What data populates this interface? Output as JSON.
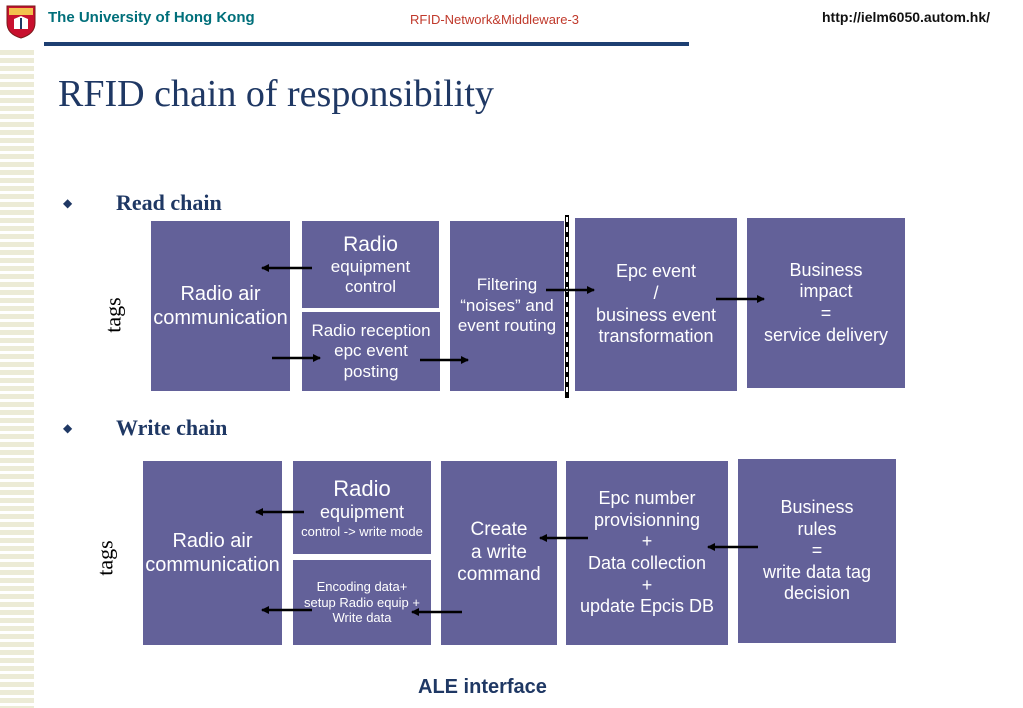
{
  "header": {
    "university": "The University of Hong Kong",
    "course": "RFID-Network&Middleware-3",
    "url": "http://ielm6050.autom.hk/"
  },
  "title": "RFID chain of responsibility",
  "read_chain": {
    "heading": "Read chain",
    "side_label": "tags",
    "boxes": {
      "air": "Radio air\ncommunication",
      "equip_title": "Radio",
      "equip_sub": "equipment\ncontrol",
      "reception": "Radio reception\nepc  event\nposting",
      "filtering": "Filtering\n“noises” and\nevent routing",
      "epc": "Epc event\n/\nbusiness event\ntransformation",
      "business": "Business\nimpact\n=\nservice delivery"
    }
  },
  "write_chain": {
    "heading": "Write chain",
    "side_label": "tags",
    "boxes": {
      "air": "Radio air\ncommunication",
      "equip_title": "Radio",
      "equip_sub": "equipment",
      "equip_mode": "control -> write mode",
      "encoding": "Encoding data+\nsetup Radio equip +\nWrite data",
      "create": "Create\na write\ncommand",
      "epc": "Epc number\nprovisionning\n+\nData collection\n+\nupdate Epcis DB",
      "business": "Business\nrules\n=\nwrite data tag\ndecision"
    }
  },
  "footer": "ALE interface",
  "colors": {
    "box": "#636199",
    "title": "#1f3864",
    "university": "#006f7a",
    "course": "#c0392b"
  }
}
